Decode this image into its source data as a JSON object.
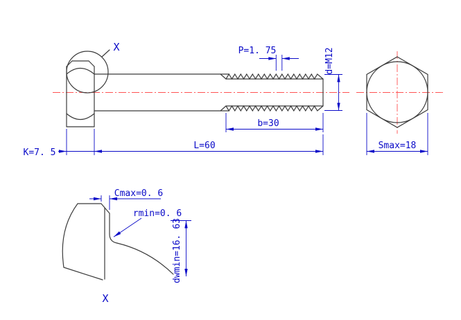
{
  "side_view": {
    "detail_callout_label": "X",
    "dim_pitch": "P=1. 75",
    "dim_diameter": "d=M12",
    "dim_thread_length": "b=30",
    "dim_total_length": "L=60",
    "dim_head_height": "K=7. 5"
  },
  "end_view": {
    "dim_across_flats": "Smax=18"
  },
  "detail_view": {
    "dim_chamfer": "Cmax=0. 6",
    "dim_fillet_radius": "rmin=0. 6",
    "dim_bearing_diameter": "dwmin=16. 63",
    "view_label": "X"
  },
  "colors": {
    "dimension_blue": "#0a0ac8",
    "centerline_red": "#ff5252",
    "outline_gray": "#3b3b3b",
    "background": "#ffffff"
  }
}
